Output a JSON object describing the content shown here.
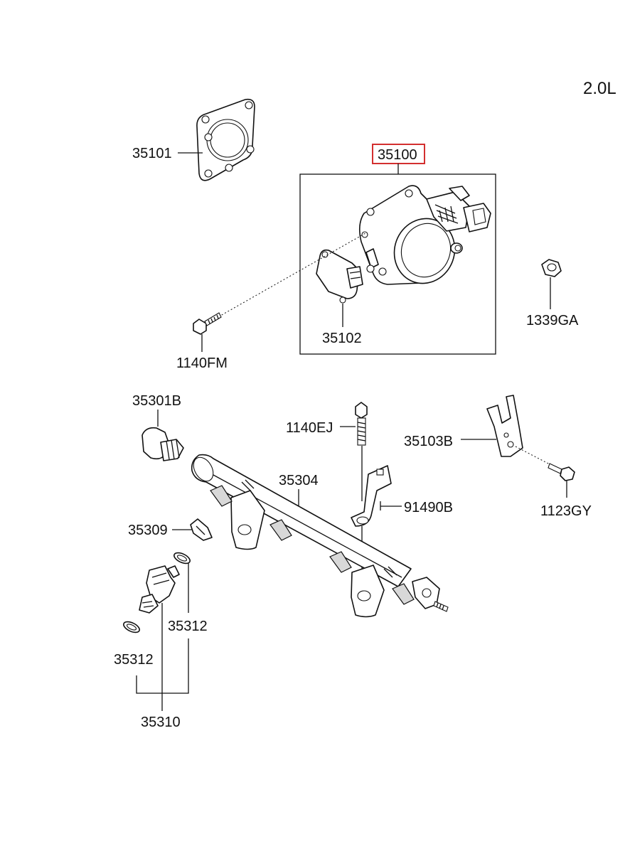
{
  "engine_label": "2.0L",
  "highlight_color": "#d32f2f",
  "parts": {
    "p35101": "35101",
    "p35100": "35100",
    "p35102": "35102",
    "p1140FM": "1140FM",
    "p1339GA": "1339GA",
    "p35301B": "35301B",
    "p1140EJ": "1140EJ",
    "p35103B": "35103B",
    "p35304": "35304",
    "p91490B": "91490B",
    "p1123GY": "1123GY",
    "p35309": "35309",
    "p35312a": "35312",
    "p35312b": "35312",
    "p35310": "35310"
  }
}
